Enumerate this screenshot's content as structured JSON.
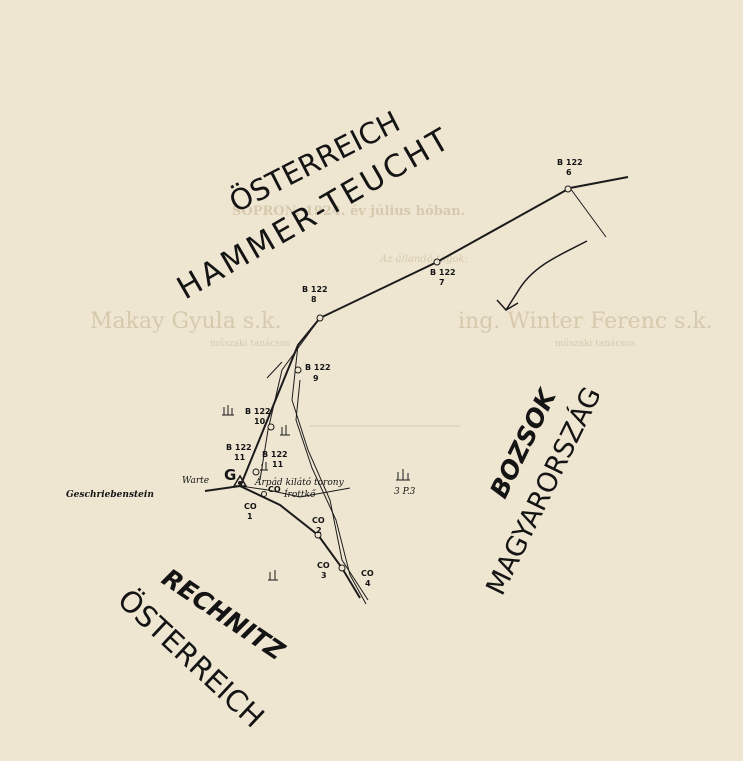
{
  "regions": {
    "osterreich_top": "ÖSTERREICH",
    "hammer_teucht": "HAMMER-TEUCHT",
    "bozsok": "BOZSOK",
    "magyarorszag": "MAGYARORSZÁG",
    "rechnitz": "RECHNITZ",
    "osterreich_bottom": "ÖSTERREICH"
  },
  "markers": {
    "b122_6": {
      "code": "B 122",
      "num": "6"
    },
    "b122_7": {
      "code": "B 122",
      "num": "7"
    },
    "b122_8": {
      "code": "B 122",
      "num": "8"
    },
    "b122_9": {
      "code": "B 122",
      "num": "9"
    },
    "b122_10": {
      "code": "B 122",
      "num": "10"
    },
    "b122_11a": {
      "code": "B 122",
      "num": "11"
    },
    "b122_11b": {
      "code": "B 122",
      "num": "11"
    },
    "co_1": {
      "code": "CO",
      "num": "1"
    },
    "co_2": {
      "code": "CO",
      "num": "2"
    },
    "co_3": {
      "code": "CO",
      "num": "3"
    },
    "co_4": {
      "code": "CO",
      "num": "4"
    }
  },
  "places": {
    "warte": "Warte",
    "arpad": "Árpád kilátó torony",
    "irottko": "Írottkő",
    "geschriebenstein": "Geschriebenstein",
    "point_g": "G",
    "co_small": "CO",
    "spot_height": "3 P.3"
  },
  "faded_text": {
    "date": "SOPRON, 1924. év július hóban.",
    "members": "Az állandó tagok:",
    "name_left": "ing. Winter Ferenc s.k.",
    "name_right": "Makay Gyula s.k.",
    "title_left": "műszaki tanácsos",
    "title_right": "műszaki tanácsos"
  },
  "colors": {
    "paper": "#efe6d2",
    "ink": "#141414",
    "faded": "#d6c9ad"
  }
}
